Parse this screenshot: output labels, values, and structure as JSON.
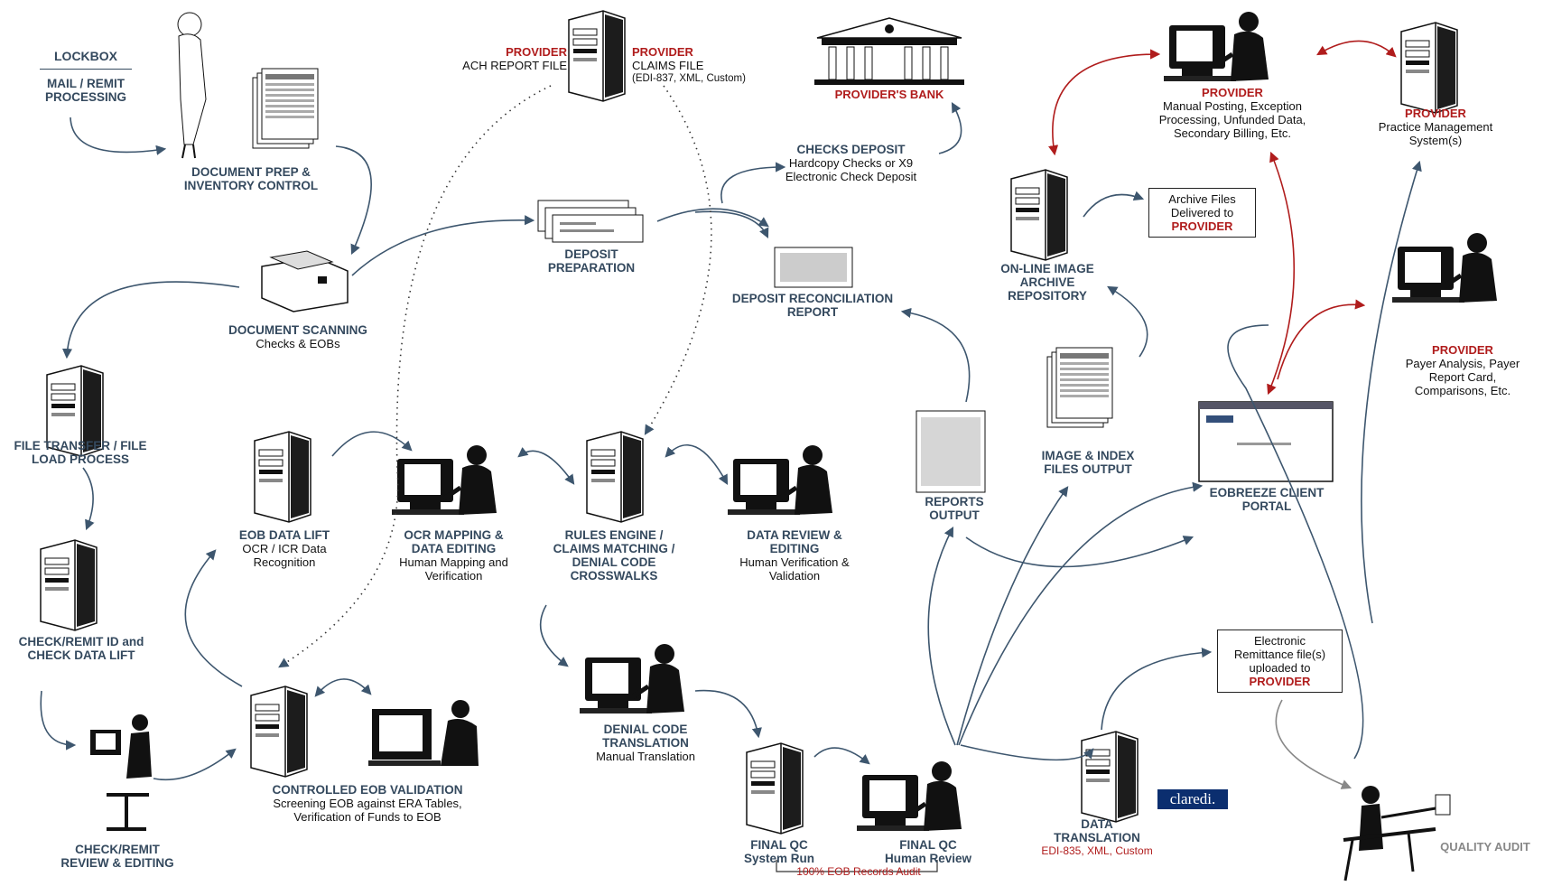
{
  "lockbox": {
    "title": "LOCKBOX",
    "subtitle": "MAIL /  REMIT PROCESSING"
  },
  "nodes": {
    "doc_prep": {
      "title": "DOCUMENT PREP & INVENTORY CONTROL"
    },
    "doc_scanning": {
      "title": "DOCUMENT SCANNING",
      "text": "Checks & EOBs"
    },
    "file_transfer": {
      "title": "FILE TRANSFER / FILE LOAD PROCESS"
    },
    "check_remit_id": {
      "title": "CHECK/REMIT ID and CHECK DATA LIFT"
    },
    "check_review": {
      "title": "CHECK/REMIT REVIEW & EDITING"
    },
    "eob_lift": {
      "title": "EOB DATA LIFT",
      "text": "OCR / ICR Data Recognition"
    },
    "controlled_eob": {
      "title": "CONTROLLED EOB VALIDATION",
      "text1": "Screening EOB against ERA Tables,",
      "text2": "Verification of Funds to EOB"
    },
    "ocr_mapping": {
      "title": "OCR MAPPING & DATA EDITING",
      "text": "Human Mapping and Verification"
    },
    "rules_engine": {
      "title": "RULES ENGINE / CLAIMS MATCHING / DENIAL CODE CROSSWALKS"
    },
    "data_review": {
      "title": "DATA REVIEW & EDITING",
      "text": "Human Verification & Validation"
    },
    "denial_code": {
      "title": "DENIAL CODE TRANSLATION",
      "text": "Manual Translation"
    },
    "final_qc_system": {
      "title": "FINAL QC System Run"
    },
    "final_qc_human": {
      "title": "FINAL QC Human Review"
    },
    "audit_bracket": "100% EOB Records Audit",
    "provider_ach": {
      "title": "PROVIDER",
      "text": "ACH REPORT FILE"
    },
    "provider_claims": {
      "title": "PROVIDER",
      "text": "CLAIMS FILE",
      "sub": "(EDI-837, XML, Custom)"
    },
    "providers_bank": {
      "title": "PROVIDER'S BANK"
    },
    "checks_deposit": {
      "title": "CHECKS DEPOSIT",
      "text1": "Hardcopy Checks or X9",
      "text2": "Electronic Check Deposit"
    },
    "deposit_prep": {
      "title": "DEPOSIT PREPARATION"
    },
    "deposit_recon": {
      "title": "DEPOSIT RECONCILIATION REPORT"
    },
    "reports_output": {
      "title": "REPORTS OUTPUT"
    },
    "image_index": {
      "title": "IMAGE & INDEX FILES OUTPUT"
    },
    "online_archive": {
      "title": "ON-LINE IMAGE ARCHIVE REPOSITORY"
    },
    "archive_box": {
      "text": "Archive Files Delivered to",
      "red": "PROVIDER"
    },
    "data_translation": {
      "title": "DATA TRANSLATION",
      "text": "EDI-835, XML, Custom"
    },
    "remit_box": {
      "text": "Electronic Remittance file(s) uploaded to",
      "red": "PROVIDER"
    },
    "eobreeze_portal": {
      "title": "EOBREEZE CLIENT PORTAL"
    },
    "provider_manual": {
      "title": "PROVIDER",
      "text": "Manual Posting, Exception Processing, Unfunded Data, Secondary Billing, Etc."
    },
    "provider_pms": {
      "title": "PROVIDER",
      "text": "Practice Management System(s)"
    },
    "provider_payer": {
      "title": "PROVIDER",
      "text": "Payer Analysis, Payer Report Card, Comparisons, Etc."
    },
    "quality_audit": {
      "title": "QUALITY AUDIT"
    },
    "claredi": "claredi."
  },
  "colors": {
    "heading": "#34495e",
    "red": "#b01c1c",
    "arrow": "#3d566e"
  }
}
